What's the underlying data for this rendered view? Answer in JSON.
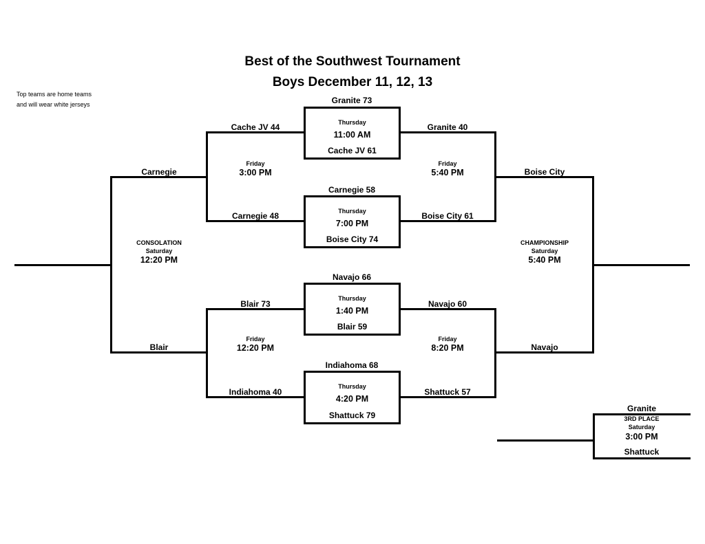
{
  "header": {
    "title": "Best of the Southwest Tournament",
    "subtitle": "Boys December 11, 12, 13",
    "note_line1": "Top teams are home teams",
    "note_line2": "and will wear white jerseys"
  },
  "games": {
    "thursday": [
      {
        "team_top": "Granite 73",
        "day": "Thursday",
        "time": "11:00 AM",
        "team_bottom": "Cache JV 61"
      },
      {
        "team_top": "Carnegie 58",
        "day": "Thursday",
        "time": "7:00 PM",
        "team_bottom": "Boise City 74"
      },
      {
        "team_top": "Navajo 66",
        "day": "Thursday",
        "time": "1:40 PM",
        "team_bottom": "Blair 59"
      },
      {
        "team_top": "Indiahoma 68",
        "day": "Thursday",
        "time": "4:20 PM",
        "team_bottom": "Shattuck 79"
      }
    ],
    "consolation_semis": [
      {
        "entry_top": "Cache JV 44",
        "entry_bottom": "Carnegie 48",
        "day": "Friday",
        "time": "3:00 PM",
        "winner": "Carnegie"
      },
      {
        "entry_top": "Blair 73",
        "entry_bottom": "Indiahoma 40",
        "day": "Friday",
        "time": "12:20 PM",
        "winner": "Blair"
      }
    ],
    "championship_semis": [
      {
        "entry_top": "Granite 40",
        "entry_bottom": "Boise City 61",
        "day": "Friday",
        "time": "5:40 PM",
        "winner": "Boise City"
      },
      {
        "entry_top": "Navajo 60",
        "entry_bottom": "Shattuck 57",
        "day": "Friday",
        "time": "8:20 PM",
        "winner": "Navajo"
      }
    ],
    "consolation_final": {
      "label": "CONSOLATION",
      "day": "Saturday",
      "time": "12:20 PM"
    },
    "championship_final": {
      "label": "CHAMPIONSHIP",
      "day": "Saturday",
      "time": "5:40 PM"
    },
    "third_place": {
      "team_top": "Granite",
      "label": "3RD PLACE",
      "day": "Saturday",
      "time": "3:00 PM",
      "team_bottom": "Shattuck"
    }
  },
  "colors": {
    "line": "#000000",
    "text": "#000000",
    "background": "#ffffff"
  }
}
